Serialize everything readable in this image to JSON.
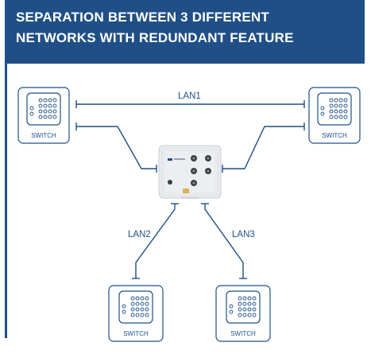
{
  "header": {
    "line1": "SEPARATION BETWEEN 3 DIFFERENT",
    "line2": "NETWORKS WITH REDUNDANT FEATURE"
  },
  "links": {
    "lan1": "LAN1",
    "lan2": "LAN2",
    "lan3": "LAN3"
  },
  "switches": {
    "top_left": "SWITCH",
    "top_right": "SWITCH",
    "bottom_left": "SWITCH",
    "bottom_right": "SWITCH"
  },
  "colors": {
    "brand": "#1f4f86",
    "background": "#ffffff",
    "device": "#e9ebee"
  }
}
